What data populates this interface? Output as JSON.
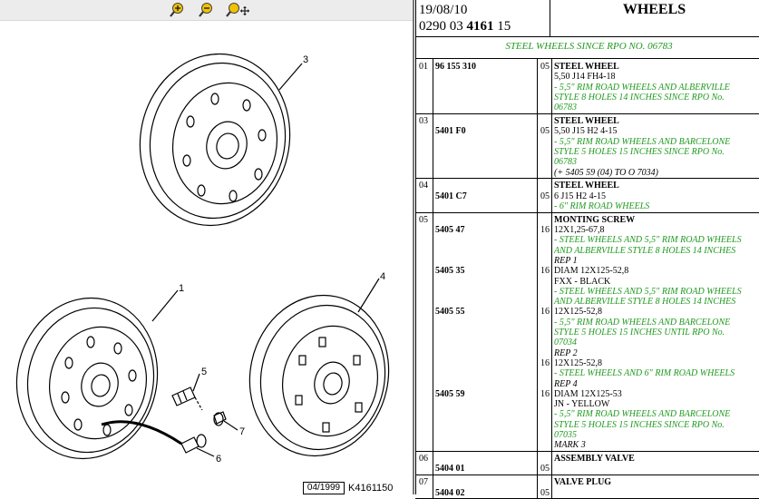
{
  "header": {
    "date": "19/08/10",
    "ref_prefix": "0290 03 ",
    "ref_bold": "4161",
    "ref_suffix": " 15",
    "title": "WHEELS",
    "subtitle": "STEEL WHEELS SINCE RPO NO. 06783"
  },
  "drawing": {
    "callouts": [
      "3",
      "1",
      "4",
      "5",
      "7",
      "6"
    ],
    "footer_date": "04/1999",
    "footer_ref": "K4161150"
  },
  "rows": [
    {
      "ref": "01",
      "lines": [
        {
          "part": "96 155 310",
          "qty": "05",
          "text": "STEEL WHEEL",
          "style": "b"
        },
        {
          "text": "5,50 J14 FH4-18"
        },
        {
          "text": "- 5,5\" RIM ROAD WHEELS AND ALBERVILLE",
          "style": "g"
        },
        {
          "text": "STYLE 8 HOLES 14 INCHES SINCE RPO No.",
          "style": "g"
        },
        {
          "text": "06783",
          "style": "g"
        }
      ]
    },
    {
      "ref": "03",
      "lines": [
        {
          "text": "STEEL WHEEL",
          "style": "b"
        },
        {
          "part": "5401 F0",
          "qty": "05",
          "text": "5,50 J15 H2 4-15"
        },
        {
          "text": "- 5,5\" RIM ROAD WHEELS AND BARCELONE",
          "style": "g"
        },
        {
          "text": "STYLE 5 HOLES 15 INCHES SINCE RPO No.",
          "style": "g"
        },
        {
          "text": "06783",
          "style": "g"
        },
        {
          "text": "(+ 5405 59 (04) TO O 7034)",
          "style": "i"
        }
      ]
    },
    {
      "ref": "04",
      "lines": [
        {
          "text": "STEEL WHEEL",
          "style": "b"
        },
        {
          "part": "5401 C7",
          "qty": "05",
          "text": "6 J15 H2 4-15"
        },
        {
          "text": "- 6\" RIM ROAD WHEELS",
          "style": "g"
        }
      ]
    },
    {
      "ref": "05",
      "lines": [
        {
          "text": "MONTING SCREW",
          "style": "b"
        },
        {
          "part": "5405 47",
          "qty": "16",
          "text": "12X1,25-67,8"
        },
        {
          "text": "- STEEL WHEELS AND 5,5\" RIM ROAD WHEELS",
          "style": "g"
        },
        {
          "text": "AND ALBERVILLE STYLE 8 HOLES 14 INCHES",
          "style": "g"
        },
        {
          "text": "REP 1",
          "style": "i"
        },
        {
          "part": "5405 35",
          "qty": "16",
          "text": "DIAM 12X125-52,8"
        },
        {
          "text": "FXX - BLACK"
        },
        {
          "text": "- STEEL WHEELS AND 5,5\" RIM ROAD WHEELS",
          "style": "g"
        },
        {
          "text": "AND ALBERVILLE STYLE 8 HOLES 14 INCHES",
          "style": "g"
        },
        {
          "part": "5405 55",
          "qty": "16",
          "text": "12X125-52,8"
        },
        {
          "text": "- 5,5\" RIM ROAD WHEELS AND BARCELONE",
          "style": "g"
        },
        {
          "text": "STYLE 5 HOLES 15 INCHES UNTIL RPO No.",
          "style": "g"
        },
        {
          "text": "07034",
          "style": "g"
        },
        {
          "text": "REP 2",
          "style": "i"
        },
        {
          "qty": "16",
          "text": "12X125-52,8"
        },
        {
          "text": "- STEEL WHEELS AND 6\" RIM ROAD WHEELS",
          "style": "g"
        },
        {
          "text": "REP 4",
          "style": "i"
        },
        {
          "part": "5405 59",
          "qty": "16",
          "text": "DIAM 12X125-53"
        },
        {
          "text": "JN - YELLOW"
        },
        {
          "text": "- 5,5\" RIM ROAD WHEELS AND BARCELONE",
          "style": "g"
        },
        {
          "text": "STYLE 5 HOLES 15 INCHES SINCE RPO No.",
          "style": "g"
        },
        {
          "text": "07035",
          "style": "g"
        },
        {
          "text": "MARK 3",
          "style": "i"
        }
      ]
    },
    {
      "ref": "06",
      "lines": [
        {
          "text": "ASSEMBLY VALVE",
          "style": "b"
        },
        {
          "part": "5404 01",
          "qty": "05"
        }
      ]
    },
    {
      "ref": "07",
      "lines": [
        {
          "text": "VALVE PLUG",
          "style": "b"
        },
        {
          "part": "5404 02",
          "qty": "05"
        }
      ]
    }
  ],
  "colors": {
    "accent_green": "#1f9a1f",
    "toolbar_bg": "#ececec",
    "icon_yellow": "#f2c200"
  }
}
